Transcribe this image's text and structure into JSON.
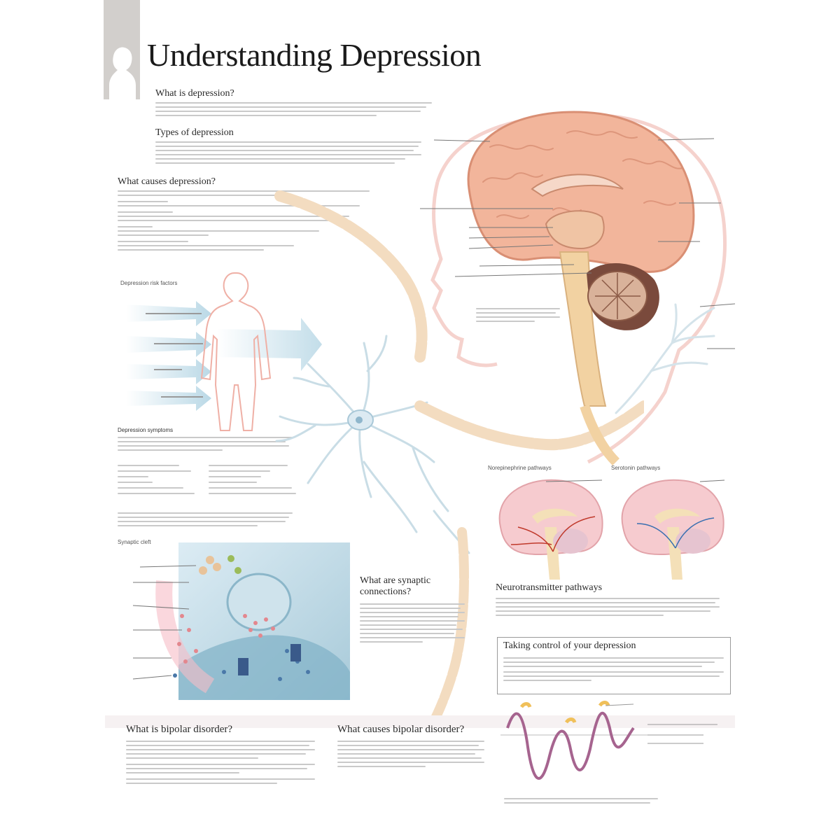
{
  "poster": {
    "title": "Understanding Depression",
    "colors": {
      "brain": "#f2b59b",
      "brain_dark": "#d98f74",
      "nerve": "#f3dcc0",
      "tab": "#d2cfcc",
      "wave": "#a6648f"
    },
    "icon": "head-silhouette-icon"
  },
  "sections": {
    "what_is": "What is depression?",
    "types": "Types of depression",
    "causes": "What causes depression?",
    "risk_factors": "Depression risk factors",
    "symptoms": "Depression symptoms",
    "synaptic_cleft": "Synaptic cleft",
    "synaptic_connections": "What are synaptic connections?",
    "norepinephrine": "Norepinephrine pathways",
    "serotonin": "Serotonin pathways",
    "neurotransmitter": "Neurotransmitter pathways",
    "taking_control": "Taking control of your depression",
    "bipolar": "What is bipolar disorder?",
    "bipolar_causes": "What causes bipolar disorder?"
  }
}
